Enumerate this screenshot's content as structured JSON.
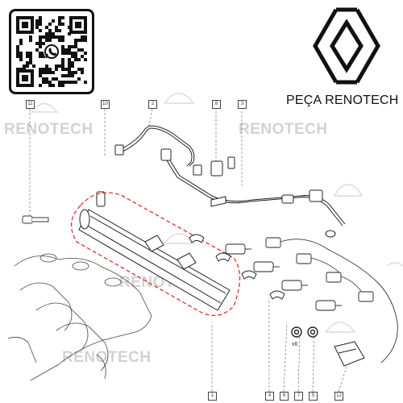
{
  "header": {
    "brand_name": "PEÇA RENOTECH"
  },
  "icons": {
    "qr": "qr-code-icon",
    "whatsapp": "whatsapp-icon",
    "logo": "renault-logo-icon"
  },
  "watermark": {
    "text": "RENOTECH"
  },
  "diagram": {
    "callouts": [
      "11",
      "10",
      "2",
      "8",
      "3",
      "1",
      "4",
      "6",
      "7",
      "5",
      "12"
    ],
    "ring_count_label": "x6",
    "highlight_color": "#e23030"
  }
}
